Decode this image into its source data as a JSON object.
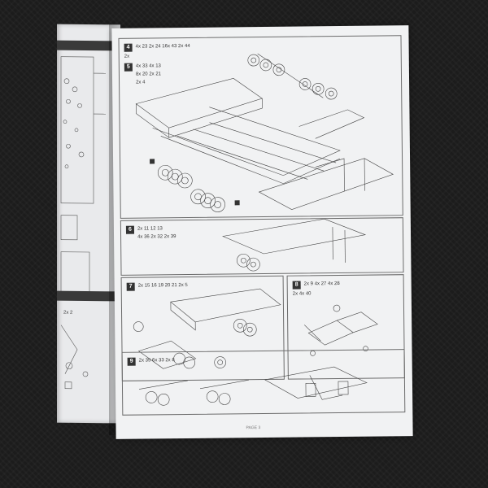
{
  "steps": [
    {
      "number": "4",
      "callout": "4x 23  2x 24  16x 43  2x 44",
      "subcallout": "2x"
    },
    {
      "number": "5",
      "callout": "4x 33  4x 13",
      "subcallout": "8x 20  2x 21",
      "extra": "2x 4"
    },
    {
      "number": "6",
      "callout": "2x 11 12 13",
      "subcallout": "4x 36  2x 32  2x 39"
    },
    {
      "number": "7",
      "callout": "2x 15 16 19 20 21  2x 5"
    },
    {
      "number": "8",
      "callout": "2x 9  4x 27  4x 28",
      "subcallout": "2x   4x 40"
    },
    {
      "number": "9",
      "callout": "2x 35  6x 33  2x 8"
    }
  ],
  "left_callout": "2x 2",
  "page_label": "PAGE 3",
  "colors": {
    "background": "#1b1b1b",
    "paper": "#f1f2f3",
    "ink": "#333333"
  }
}
